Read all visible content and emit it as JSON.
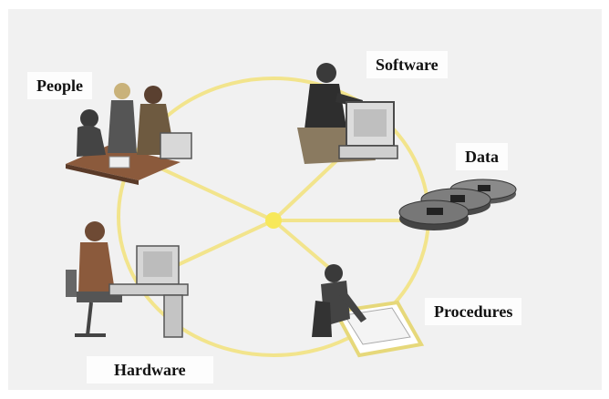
{
  "diagram": {
    "labels": {
      "people": "People",
      "software": "Software",
      "data": "Data",
      "procedures": "Procedures",
      "hardware": "Hardware"
    },
    "colors": {
      "background": "#f1f1f1",
      "ring": "#f2e48c",
      "hub": "#f7e85a",
      "figure": "#4a4a4a",
      "figure_light": "#9a9a9a",
      "wood": "#8b5a3c"
    },
    "icons": [
      "people-meeting-icon",
      "person-at-computer-icon",
      "disk-stack-icon",
      "person-writing-icon",
      "person-at-terminal-icon"
    ]
  }
}
